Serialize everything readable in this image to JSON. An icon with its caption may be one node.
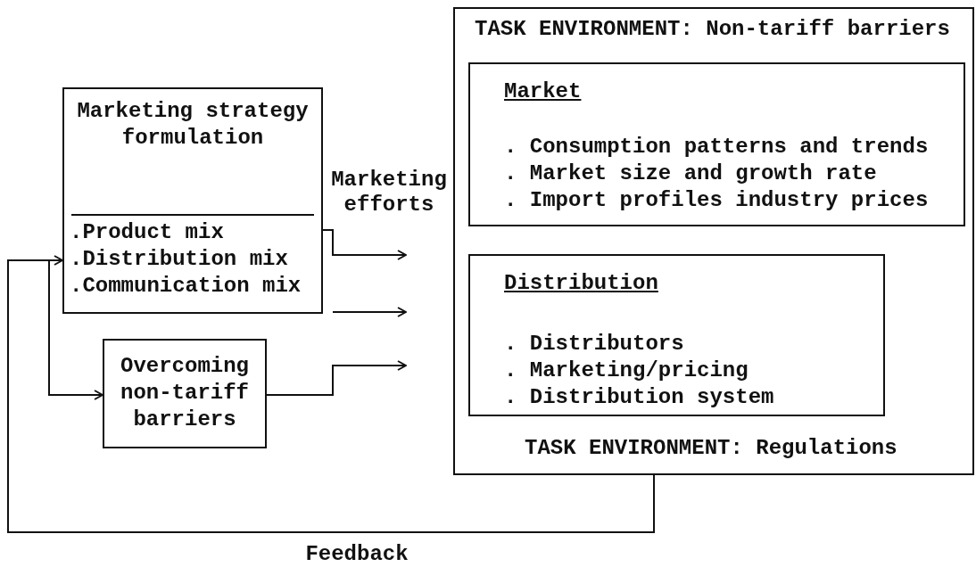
{
  "diagram": {
    "nodes": [
      {
        "text": [
          "TASK ENVIRONMENT: Non-tariff barriers",
          "TASK ENVIRONMENT: Regulations"
        ]
      },
      {
        "text": [
          "Market",
          ". Consumption patterns and trends",
          ". Market size and growth rate",
          ". Import profiles industry prices"
        ],
        "in": 0
      },
      {
        "text": [
          "Distribution",
          ". Distributors",
          ". Marketing/pricing",
          ". Distribution system"
        ],
        "in": 0
      },
      {
        "text": [
          "Marketing strategy formulation",
          ".Product mix",
          ".Distribution mix",
          ".Communication mix"
        ]
      },
      {
        "text": [
          "Overcoming non-tariff barriers"
        ]
      }
    ],
    "edges": [
      {
        "from": 3,
        "to": null,
        "arrow": "to",
        "label": "Marketing efforts"
      },
      {
        "from": 4,
        "to": null,
        "arrow": "to"
      },
      {
        "from": 0,
        "to": 3,
        "arrow": "to",
        "label": "Feedback"
      },
      {
        "from": 0,
        "to": 4,
        "arrow": "to"
      }
    ]
  }
}
